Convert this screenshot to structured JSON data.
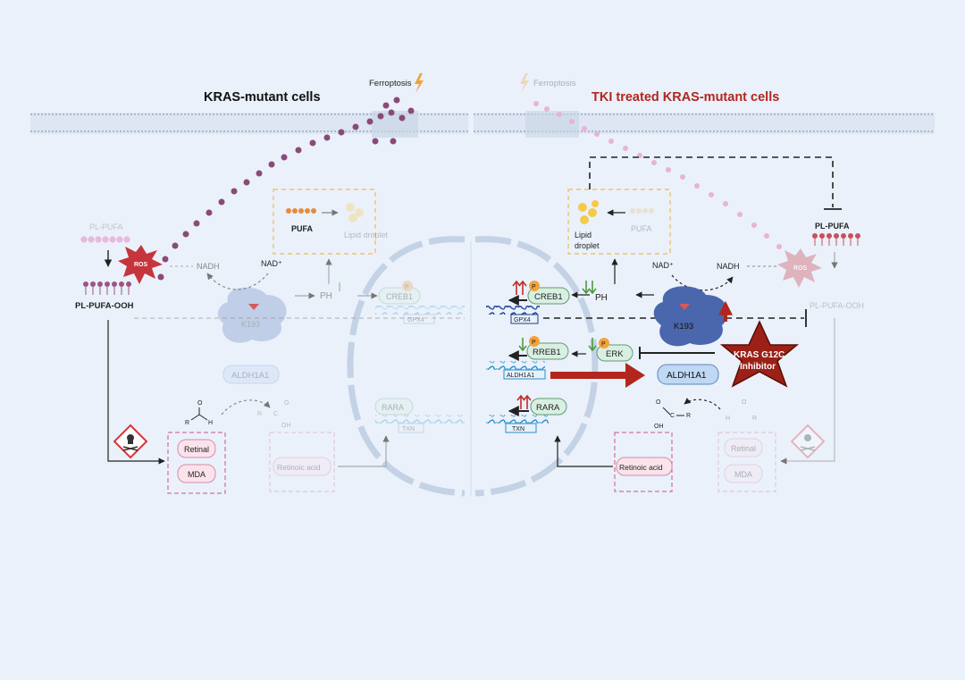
{
  "left_panel": {
    "title": "KRAS-mutant cells",
    "ferroptosis": "Ferroptosis",
    "pl_pufa": "PL-PUFA",
    "ros": "ROS",
    "pl_pufa_ooh": "PL-PUFA-OOH",
    "nadh": "NADH",
    "nad": "NAD⁺",
    "pufa": "PUFA",
    "lipid_droplet": "Lipid droplet",
    "ph": "PH",
    "creb1": "CREB1",
    "p": "P",
    "gpx4": "GPX4",
    "k193": "K193",
    "aldh1a1": "ALDH1A1",
    "rara": "RARA",
    "txn": "TXN",
    "r": "R",
    "h": "H",
    "o": "O",
    "oh": "OH",
    "c": "C",
    "retinal": "Retinal",
    "mda": "MDA",
    "retinoic_acid": "Retinoic acid"
  },
  "right_panel": {
    "title": "TKI treated KRAS-mutant cells",
    "ferroptosis": "Ferroptosis",
    "lipid_droplet_1": "Lipid",
    "lipid_droplet_2": "droplet",
    "pufa": "PUFA",
    "pl_pufa": "PL-PUFA",
    "ros": "ROS",
    "pl_pufa_ooh": "PL-PUFA-OOH",
    "nad": "NAD⁺",
    "nadh": "NADH",
    "creb1": "CREB1",
    "p": "P",
    "ph": "PH",
    "gpx4": "GPX4",
    "k193": "K193",
    "rreb1": "RREB1",
    "erk": "ERK",
    "aldh1a1_gene": "ALDH1A1",
    "aldh1a1": "ALDH1A1",
    "inhibitor_1": "KRAS G12C",
    "inhibitor_2": "Inhibitor",
    "rara": "RARA",
    "txn": "TXN",
    "retinoic_acid": "Retinoic acid",
    "retinal": "Retinal",
    "mda": "MDA",
    "r": "R",
    "h": "H",
    "o": "O",
    "oh": "OH",
    "c": "C"
  },
  "colors": {
    "background": "#eaf1fb",
    "membrane": "#b9c6d8",
    "lipid_purple": "#8a4a78",
    "lipid_pink": "#e7b3d6",
    "ros": "#c6343c",
    "dark_red": "#b2261e",
    "protein_blue": "#4a67ad",
    "green_arrow": "#4c9a3c",
    "red_arrow": "#c22a2a",
    "creb_box": "#d9efe2",
    "aldh_box": "#bfd8f3",
    "pink_box": "#fbe3ec",
    "pufa_orange": "#e88a3a",
    "droplet_yellow": "#f5c94a"
  },
  "icons": [
    "lightning-icon",
    "skull-hazard-icon",
    "phosphate-icon",
    "dna-icon",
    "ros-burst-icon",
    "star-inhibitor-icon"
  ]
}
